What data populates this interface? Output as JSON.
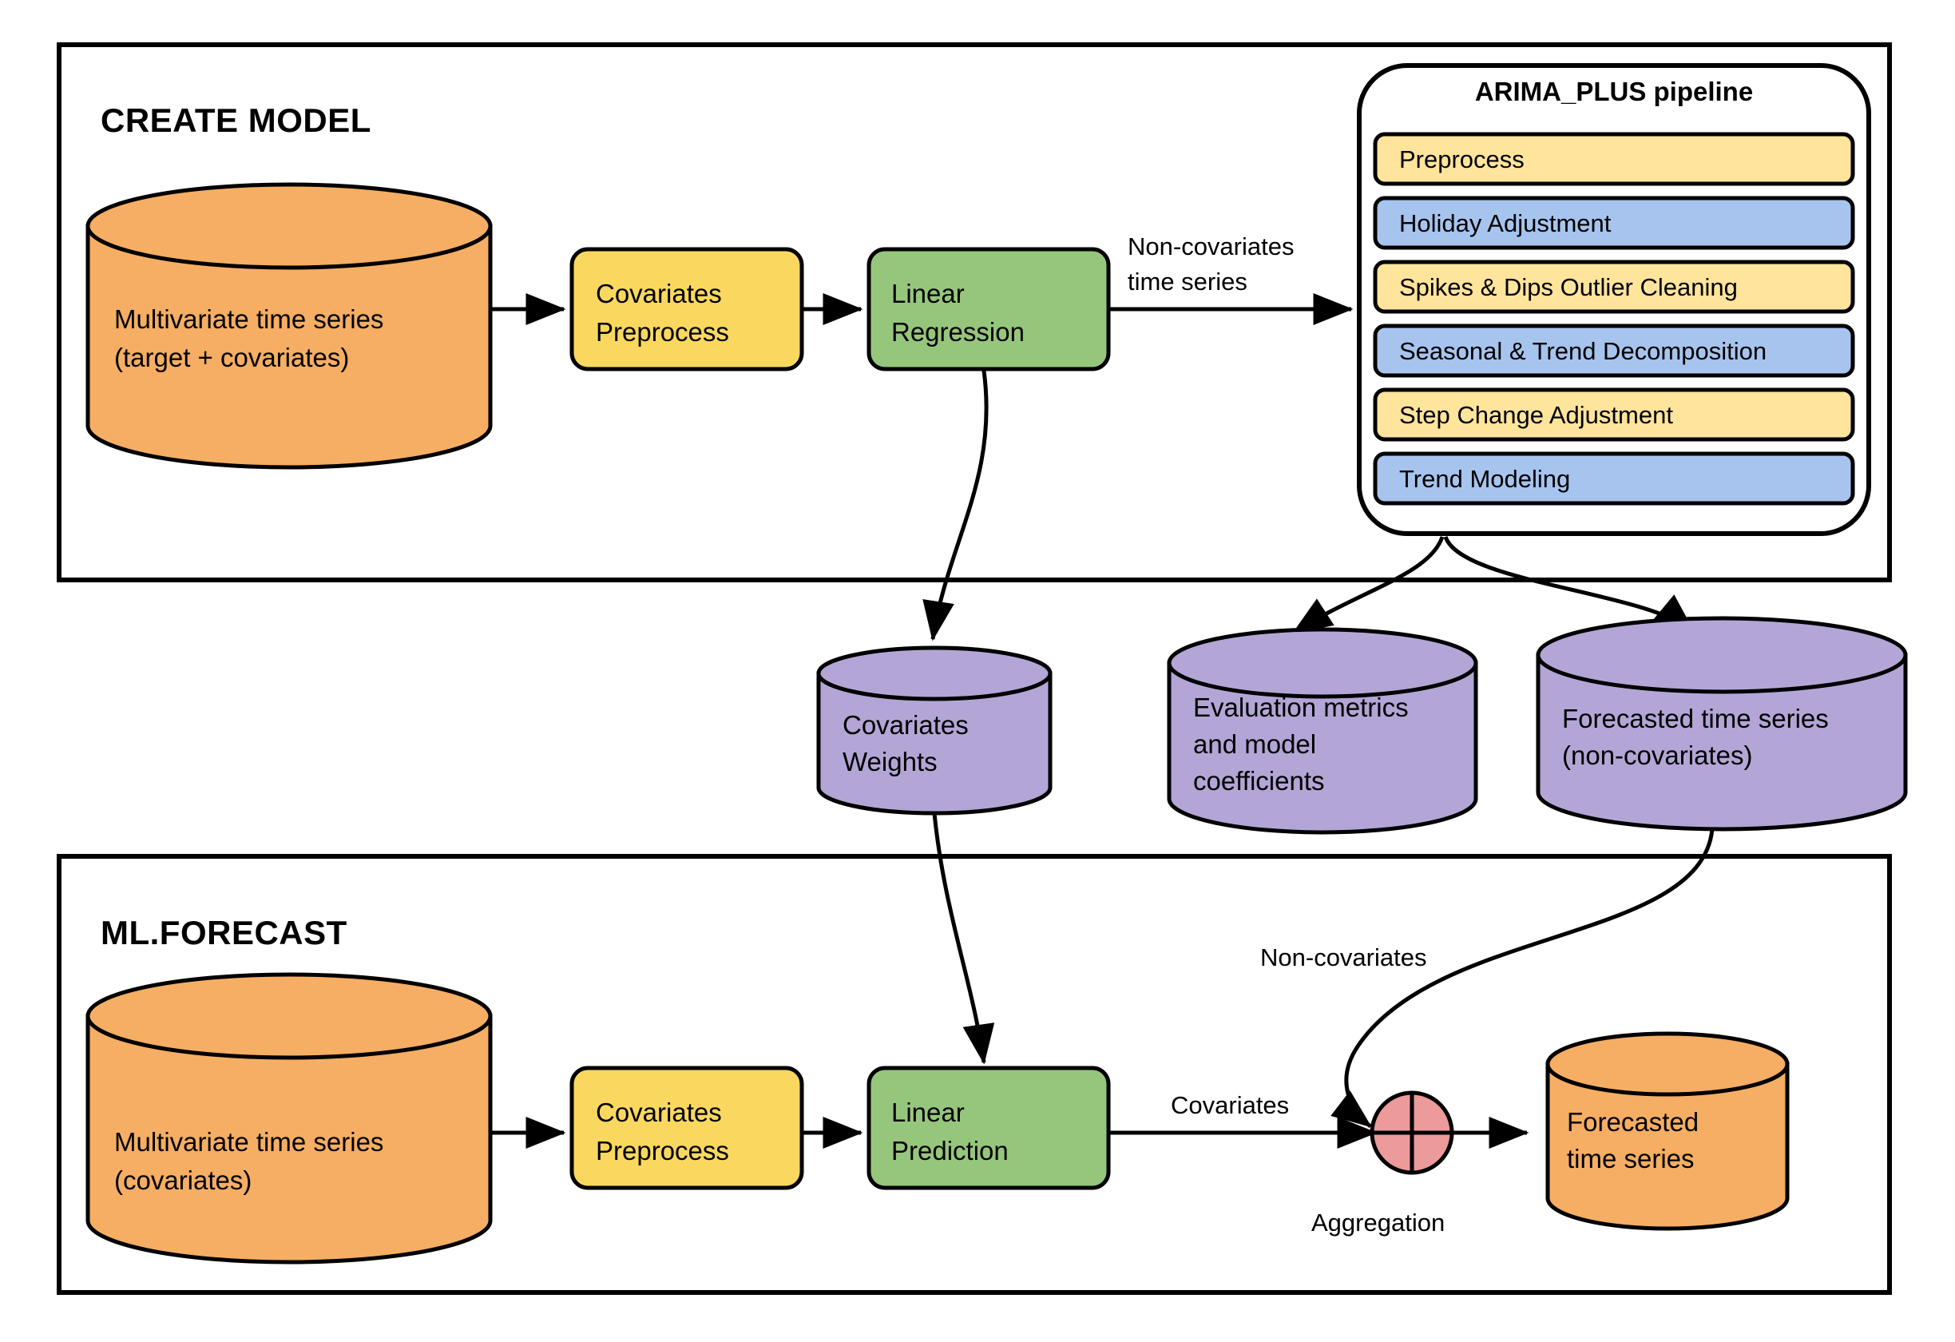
{
  "sections": [
    {
      "id": "create-model",
      "title": "CREATE MODEL"
    },
    {
      "id": "ml-forecast",
      "title": "ML.FORECAST"
    }
  ],
  "pipeline": {
    "title": "ARIMA_PLUS pipeline",
    "stages": [
      {
        "label": "Preprocess",
        "color": "#FFE49C"
      },
      {
        "label": "Holiday Adjustment",
        "color": "#A6C4EE"
      },
      {
        "label": "Spikes & Dips Outlier Cleaning",
        "color": "#FFE49C"
      },
      {
        "label": "Seasonal & Trend Decomposition",
        "color": "#A6C4EE"
      },
      {
        "label": "Step Change Adjustment",
        "color": "#FFE49C"
      },
      {
        "label": "Trend Modeling",
        "color": "#A6C4EE"
      }
    ]
  },
  "create_model": {
    "source_cylinder": {
      "line1": "Multivariate time series",
      "line2": "(target + covariates)"
    },
    "preprocess_box": {
      "line1": "Covariates",
      "line2": "Preprocess"
    },
    "regression_box": {
      "line1": "Linear",
      "line2": "Regression"
    },
    "edge_to_pipeline": {
      "line1": "Non-covariates",
      "line2": "time series"
    }
  },
  "outputs": {
    "covariates_weights": {
      "line1": "Covariates",
      "line2": "Weights"
    },
    "evaluation_metrics": {
      "line1": "Evaluation metrics",
      "line2": "and model",
      "line3": "coefficients"
    },
    "forecasted_non_covariates": {
      "line1": "Forecasted time series",
      "line2": "(non-covariates)"
    }
  },
  "ml_forecast": {
    "source_cylinder": {
      "line1": "Multivariate time series",
      "line2": "(covariates)"
    },
    "preprocess_box": {
      "line1": "Covariates",
      "line2": "Preprocess"
    },
    "prediction_box": {
      "line1": "Linear",
      "line2": "Prediction"
    },
    "edge_covariates": "Covariates",
    "edge_non_covariates": "Non-covariates",
    "aggregation_label": "Aggregation",
    "result_cylinder": {
      "line1": "Forecasted",
      "line2": "time series"
    }
  },
  "colors": {
    "orange": "#F5AE63",
    "yellow": "#FAD860",
    "green": "#96C67C",
    "purple": "#B3A6D6",
    "pink": "#EC9A9A",
    "stage_yellow": "#FFE49C",
    "stage_blue": "#A6C4EE",
    "stroke": "#000000",
    "background": "#FFFFFF"
  }
}
